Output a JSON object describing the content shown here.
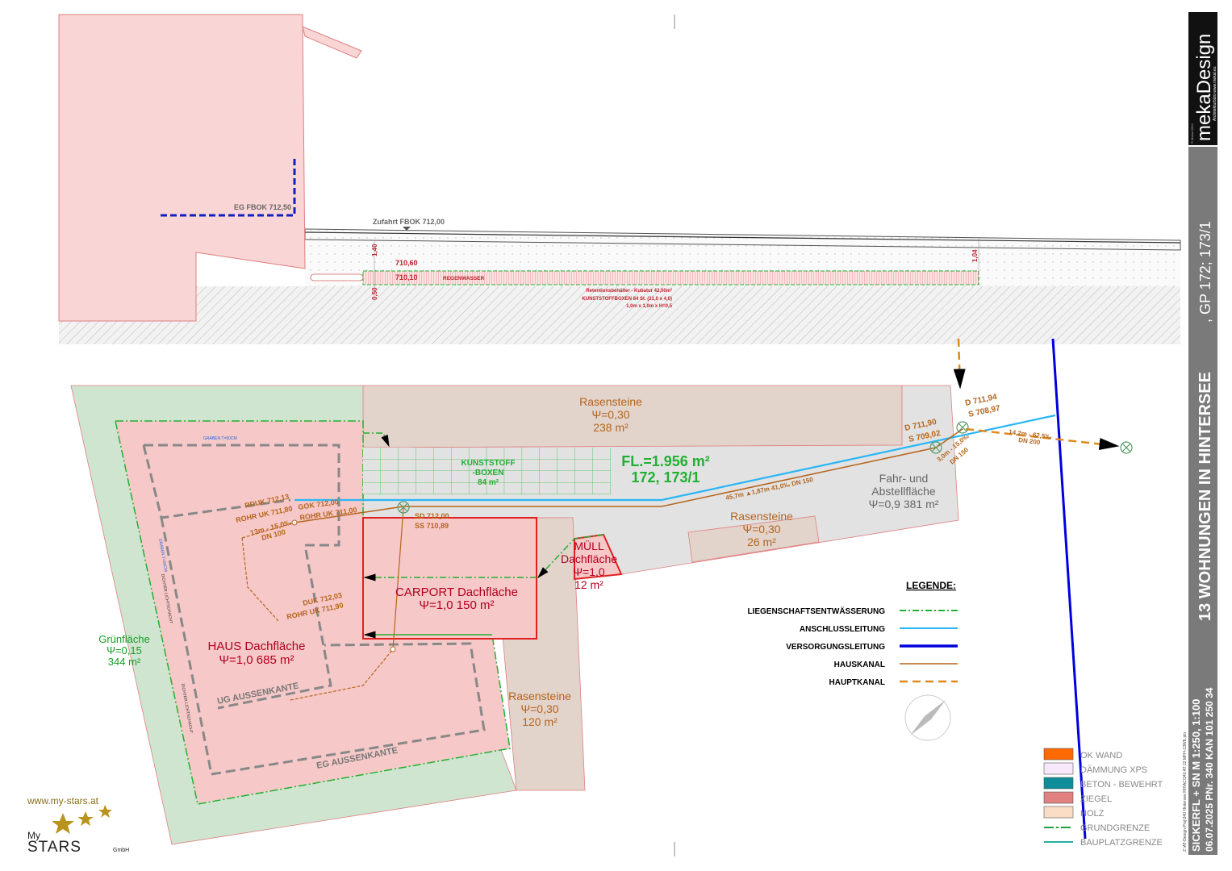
{
  "section": {
    "eg_fbok": "EG FBOK 712,50",
    "zufahrt_fbok": "Zufahrt FBOK 712,00",
    "dim_140": "1,40",
    "dim_050": "0,50",
    "dim_104": "1,04",
    "level_top": "710,60",
    "level_bottom": "710,10",
    "regenwasser": "REGENWASSER",
    "retention_lines": [
      "Retentionsbehälter - Kubatur 42,00m³",
      "KUNSTSTOFFBOXEN   84 St.  (21,0 x 4,0)",
      "1,0m x 1,0m x H=0,5"
    ]
  },
  "plan": {
    "rasensteine_top": {
      "name": "Rasensteine",
      "psi": "Ψ=0,30",
      "area": "238 m²"
    },
    "kunststoff": {
      "l1": "KUNSTSTOFF",
      "l2": "-BOXEN",
      "area": "84 m²"
    },
    "fl_total": "FL.=1.956 m²",
    "parcels": "172, 173/1",
    "fahr": {
      "l1": "Fahr- und",
      "l2": "Abstellfläche",
      "psi": "Ψ=0,9  381 m²"
    },
    "rasensteine_mid": {
      "name": "Rasensteine",
      "psi": "Ψ=0,30",
      "area": "26 m²"
    },
    "rasensteine_low": {
      "name": "Rasensteine",
      "psi": "Ψ=0,30",
      "area": "120 m²"
    },
    "gruenflaeche": {
      "name": "Grünfläche",
      "psi": "Ψ=0,15",
      "area": "344 m²"
    },
    "haus": {
      "name": "HAUS Dachfläche",
      "psi": "Ψ=1,0 685 m²"
    },
    "carport": {
      "name": "CARPORT Dachfläche",
      "psi": "Ψ=1,0 150 m²"
    },
    "muell": {
      "l1": "MÜLL",
      "l2": "Dachfläche",
      "psi": "Ψ=1,0",
      "area": "12 m²"
    },
    "ug_aussenkante": "UG AUSSENKANTE",
    "eg_aussenkante": "EG AUSSENKANTE",
    "graben": "GRABEN T=50CM",
    "lichtschacht": "DICHTER LICHTSCHACHT",
    "rduk": [
      "RDUK 712,13",
      "ROHR UK 711,80"
    ],
    "gok": [
      "GOK   712,00",
      "ROHR UK 711,00"
    ],
    "pipe_13m": [
      "13m - 15,0‰",
      "DN 100"
    ],
    "duk": [
      "DUK 712,03",
      "ROHR UK 711,90"
    ],
    "sd": [
      "SD 712,00",
      "SS 710,89"
    ],
    "pipe_45m": "45,7m  ▲1,87m  41,0‰  DN 150",
    "d1": [
      "D 711,90",
      "S 709,02"
    ],
    "d2": [
      "D 711,94",
      "S 708,97"
    ],
    "pipe_3m": [
      "3,0m - 15,0‰",
      "DN 150"
    ],
    "pipe_14m": [
      "14,2m - 62,5‰",
      "DN 200"
    ]
  },
  "legend": {
    "title": "LEGENDE:",
    "items": [
      {
        "label": "LIEGENSCHAFTSENTWÄSSERUNG",
        "color": "#22b033"
      },
      {
        "label": "ANSCHLUSSLEITUNG",
        "color": "#29b6f6"
      },
      {
        "label": "VERSORGUNGSLEITUNG",
        "color": "#0000dd"
      },
      {
        "label": "HAUSKANAL",
        "color": "#b5651d"
      },
      {
        "label": "HAUPTKANAL",
        "color": "#e08a1e"
      }
    ]
  },
  "material_legend": [
    {
      "label": "OK WAND",
      "color": "#ff6a00"
    },
    {
      "label": "DÄMMUNG XPS",
      "color": "#f8e8fb"
    },
    {
      "label": "BETON - BEWEHRT",
      "color": "#0e8c99"
    },
    {
      "label": "ZIEGEL",
      "color": "#e08080"
    },
    {
      "label": "HOLZ",
      "color": "#fbdcc4"
    },
    {
      "label": "GRUNDGRENZE",
      "color": "#22a040"
    },
    {
      "label": "BAUPLATZGRENZE",
      "color": "#20b0a0"
    }
  ],
  "title_block": {
    "project": "13 WOHNUNGEN IN HINTERSEE",
    "gp": ", GP 172; 173/1",
    "plan": "SICKERFL + SN  M 1:250, 1:100",
    "date": "06.07.2025 PNr. 340 KAN 101 250 34",
    "path": "Z:\\AT-Design-Proj\\340 Hintersee RH\\AC\\340 AT 22 MFH-13WE.pln",
    "logo": "mekaDesign",
    "logo_sub": "Architekturbüro www.mekal.eu",
    "copyright": "© Mekal 2024"
  },
  "sponsor": {
    "url": "www.my-stars.at",
    "brand_top": "My",
    "brand": "STARS",
    "suffix": "GmbH"
  }
}
